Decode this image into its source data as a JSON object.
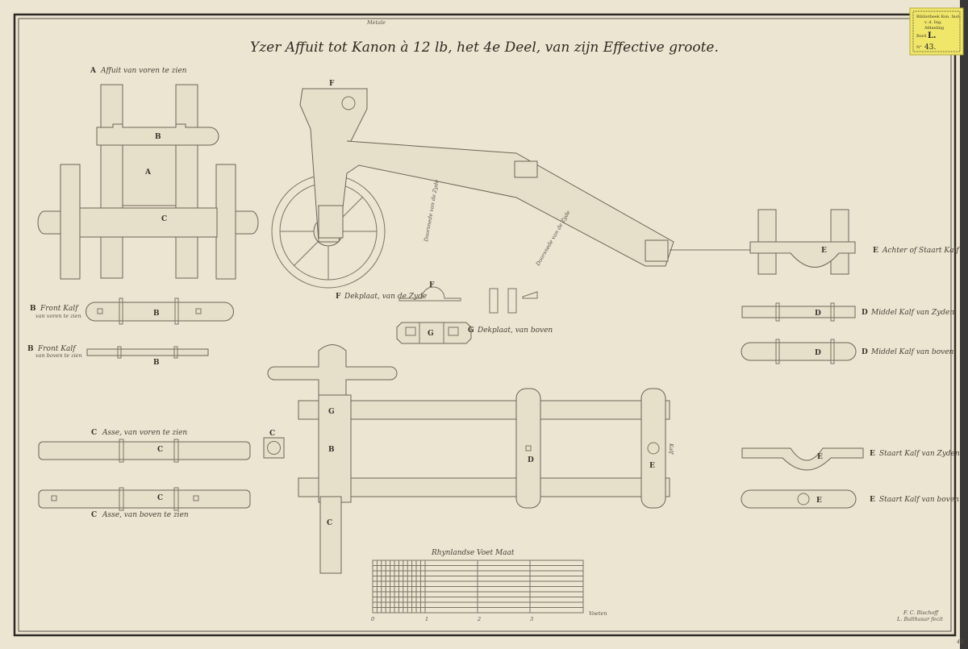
{
  "title": {
    "main": "Yzer Affuit tot Kanon à 12 lb, het 4e Deel, van zijn Effective groote.",
    "insert": "Metale"
  },
  "library_label": {
    "line1": "Bibliotheek Kon. Inst.",
    "line2": "v. d. Ing.",
    "line3": "Afdeeling",
    "bord": "Bord",
    "bord_value": "L.",
    "number_prefix": "N°",
    "number": "43."
  },
  "views": {
    "A": {
      "letter": "A",
      "caption": "Affuit van voren te zien"
    },
    "B_front": {
      "letter": "B",
      "caption": "Front Kalf",
      "sub": "van voren te zien"
    },
    "B_top": {
      "letter": "B",
      "caption": "Front Kalf",
      "sub": "van boven te zien"
    },
    "C_front": {
      "letter": "C",
      "caption": "Asse, van voren te zien"
    },
    "C_top": {
      "letter": "C",
      "caption": "Asse, van boven te zien"
    },
    "F": {
      "letter": "F",
      "caption": "Dekplaat, van de Zyde"
    },
    "G": {
      "letter": "G",
      "caption": "Dekplaat, van boven"
    },
    "E_side": {
      "letter": "E",
      "caption": "Achter of Staart Kalf"
    },
    "D_side": {
      "letter": "D",
      "caption": "Middel Kalf van Zyden"
    },
    "D_top": {
      "letter": "D",
      "caption": "Middel Kalf van boven"
    },
    "E_front": {
      "letter": "E",
      "caption": "Staart Kalf van Zyden"
    },
    "E_top": {
      "letter": "E",
      "caption": "Staart Kalf van boven"
    }
  },
  "part_letters": {
    "A": "A",
    "B": "B",
    "C": "C",
    "D": "D",
    "E": "E",
    "F": "F",
    "G": "G"
  },
  "side_notes": {
    "n1": "Doorsnede van de Zyde",
    "n2": "Doorsnede van de Zyde",
    "n3": "Kalf"
  },
  "scale": {
    "title": "Rhynlandse Voet Maat",
    "unit": "Voeten",
    "ticks": [
      "0",
      "1",
      "2",
      "3"
    ]
  },
  "signature": {
    "line1": "F. C. Bischoff",
    "line2": "L. Balthasar fecit"
  },
  "sheet_number": "43"
}
